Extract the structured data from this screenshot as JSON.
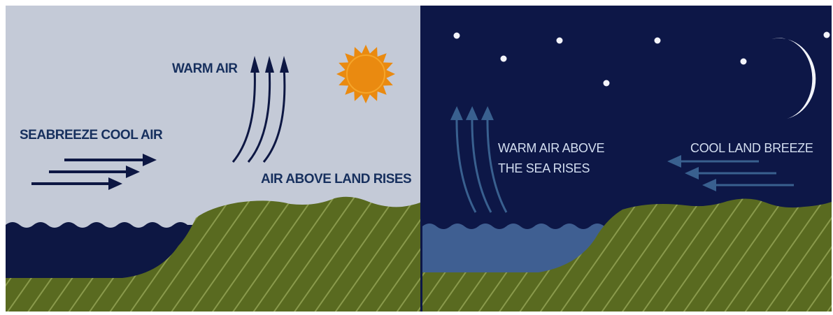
{
  "day_panel": {
    "labels": {
      "seabreeze": "SEABREEZE COOL AIR",
      "warm_air": "WARM AIR",
      "air_rises": "AIR ABOVE LAND RISES"
    },
    "icons": [
      "sun-icon"
    ]
  },
  "night_panel": {
    "labels": {
      "warm_sea_line1": "WARM AIR ABOVE",
      "warm_sea_line2": "THE SEA RISES",
      "land_breeze": "COOL LAND BREEZE"
    },
    "icons": [
      "moon-icon",
      "star-icon"
    ]
  },
  "colors": {
    "day_sky": "#c4cad7",
    "night_sky": "#0d1747",
    "day_sea": "#0d1743",
    "night_sea": "#3f5f92",
    "land": "#596a20",
    "land_stripe": "#8a9a4c",
    "sun": "#ea8a10",
    "day_arrows": "#17305e",
    "night_arrows": "#39608f"
  }
}
